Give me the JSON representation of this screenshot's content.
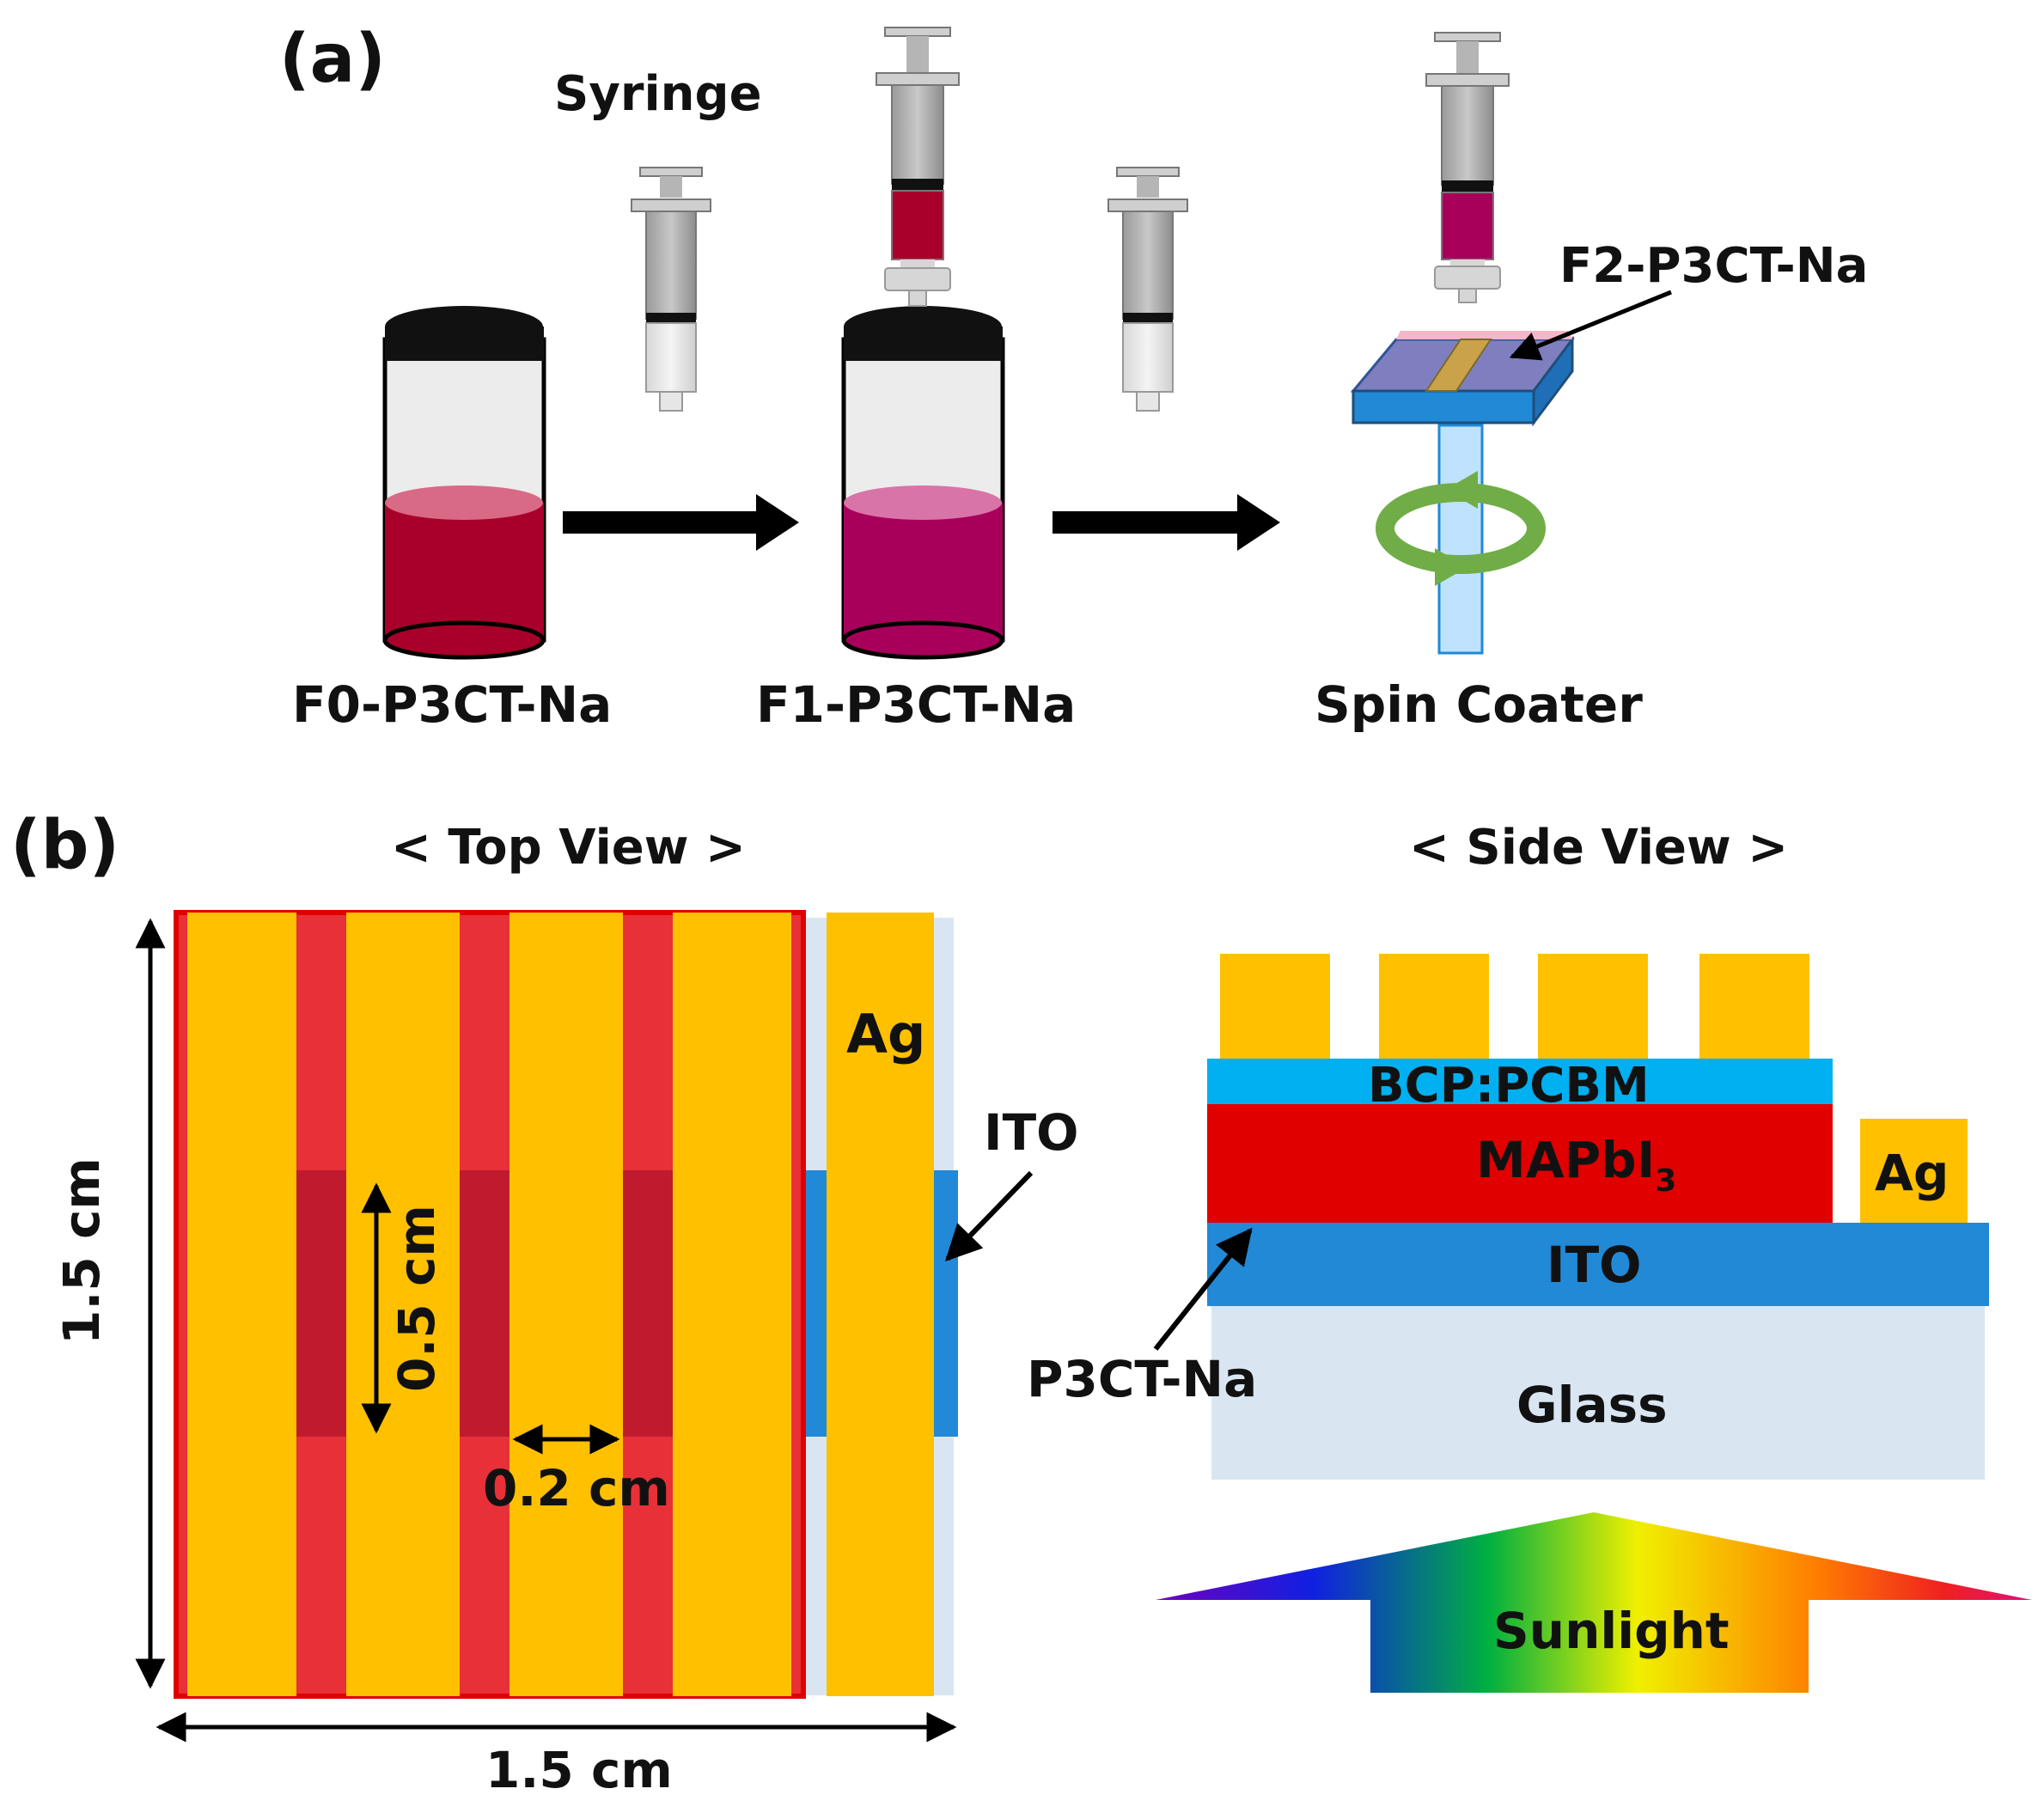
{
  "panel_a": {
    "label": "(a)",
    "syringe_label": "Syringe",
    "vial1_label": "F0-P3CT-Na",
    "vial2_label": "F1-P3CT-Na",
    "spin_label": "Spin Coater",
    "film_label": "F2-P3CT-Na"
  },
  "panel_b": {
    "label": "(b)",
    "top_view_title": "< Top View >",
    "side_view_title": "< Side View >",
    "top_view": {
      "ag_label": "Ag",
      "ito_label": "ITO",
      "height_label": "1.5 cm",
      "width_label": "1.5 cm",
      "cell_length_label": "0.5 cm",
      "cell_width_label": "0.2 cm"
    },
    "side_view": {
      "bcp_label": "BCP:PCBM",
      "mapbi_label": "MAPbI",
      "mapbi_subscript": "3",
      "ag_label": "Ag",
      "ito_label": "ITO",
      "glass_label": "Glass",
      "p3ct_label": "P3CT-Na",
      "sunlight_label": "Sunlight"
    }
  },
  "colors": {
    "f0_solution": "#a8002a",
    "f1_solution": "#a8005a",
    "gold": "#ffc000",
    "perovskite": "#e00000",
    "ito": "#2189d6",
    "bcp": "#00b0f0",
    "glass": "#d9e6f2"
  }
}
